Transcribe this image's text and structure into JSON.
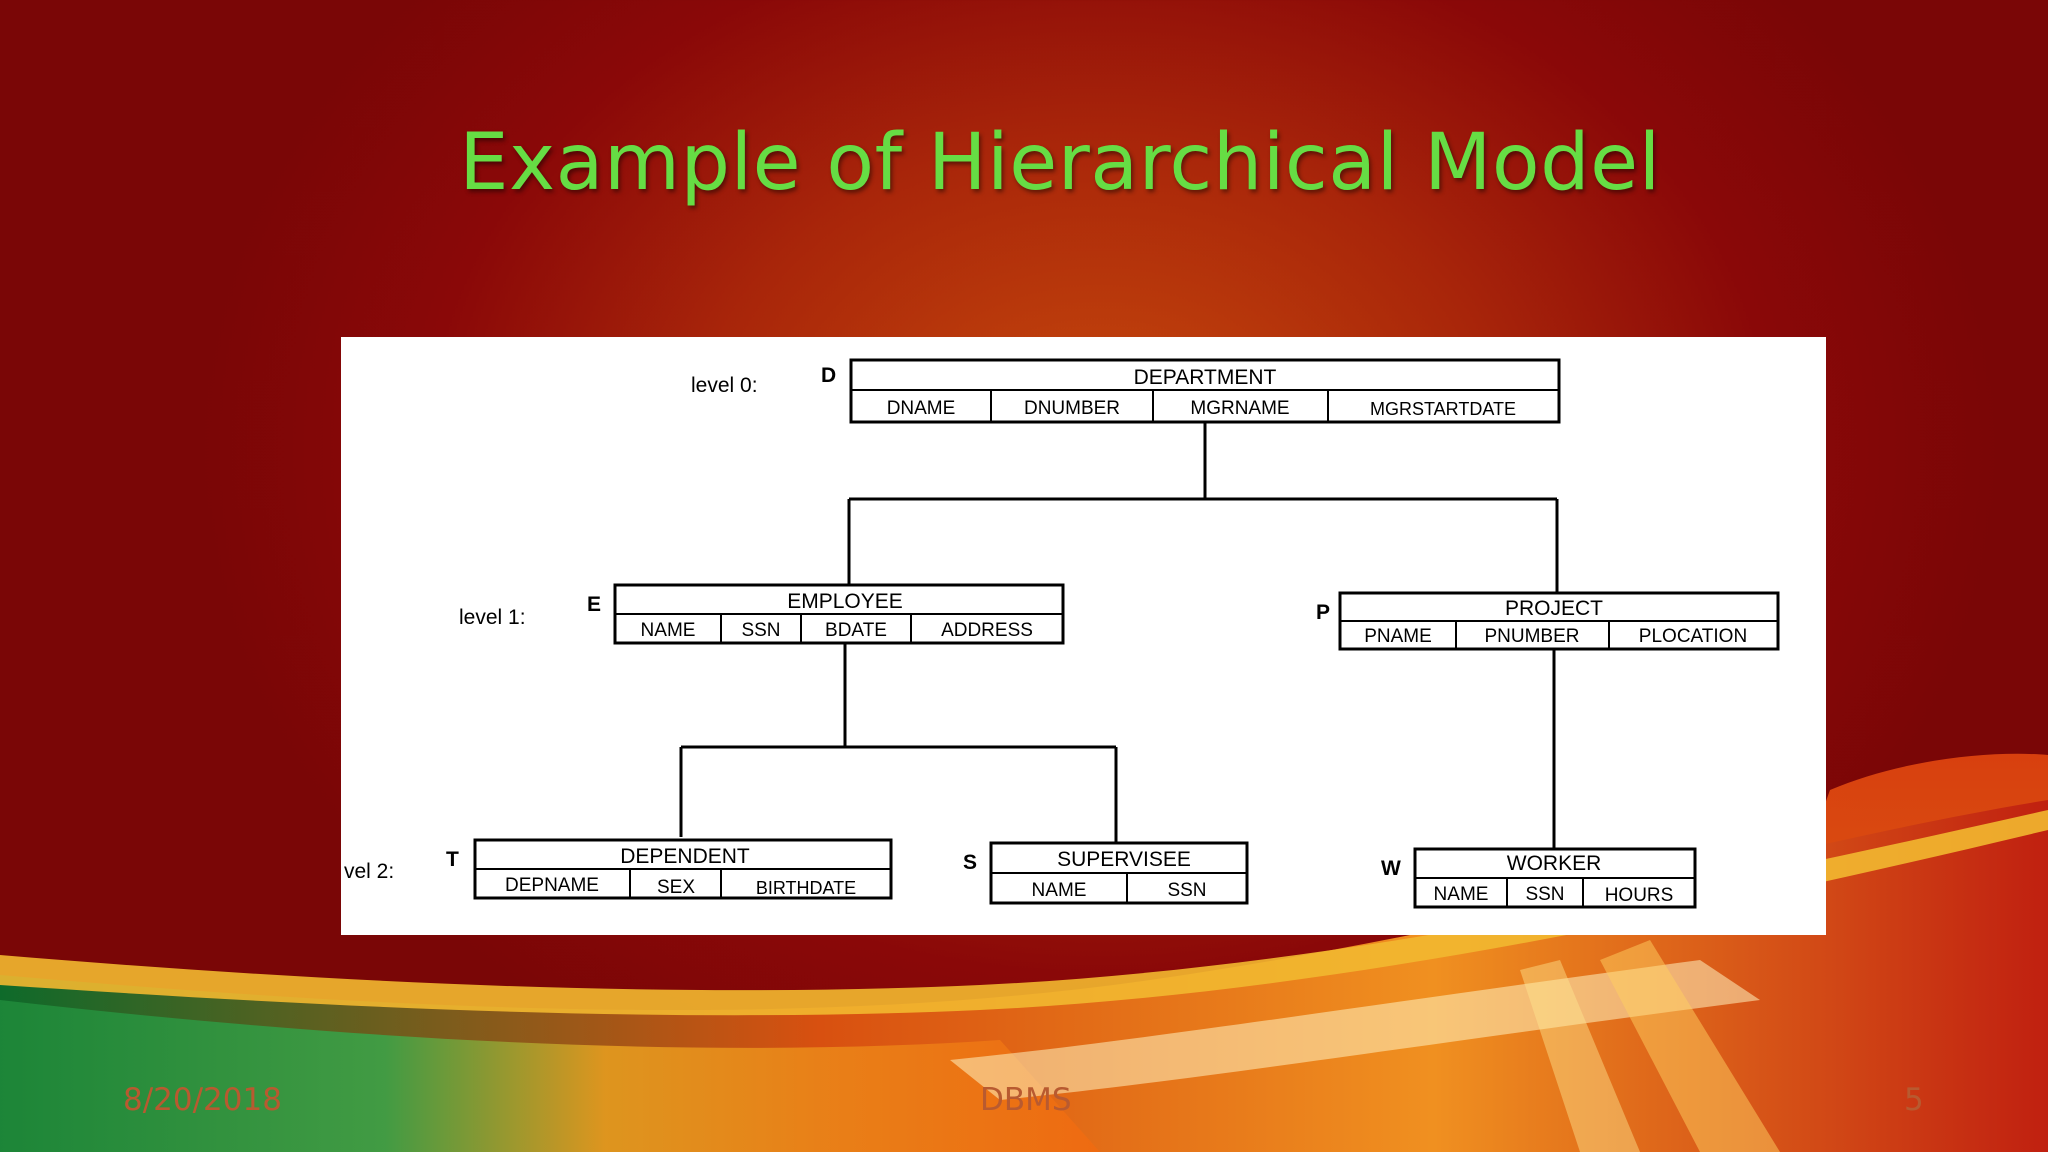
{
  "slide": {
    "title": "Example of Hierarchical Model",
    "footer_date": "8/20/2018",
    "footer_center": "DBMS",
    "page_number": "5"
  },
  "diagram": {
    "level_labels": [
      "level 0:",
      "level 1:",
      "vel 2:"
    ],
    "records": {
      "department": {
        "letter": "D",
        "name": "DEPARTMENT",
        "fields": [
          "DNAME",
          "DNUMBER",
          "MGRNAME",
          "MGRSTARTDATE"
        ]
      },
      "employee": {
        "letter": "E",
        "name": "EMPLOYEE",
        "fields": [
          "NAME",
          "SSN",
          "BDATE",
          "ADDRESS"
        ]
      },
      "project": {
        "letter": "P",
        "name": "PROJECT",
        "fields": [
          "PNAME",
          "PNUMBER",
          "PLOCATION"
        ]
      },
      "dependent": {
        "letter": "T",
        "name": "DEPENDENT",
        "fields": [
          "DEPNAME",
          "SEX",
          "BIRTHDATE"
        ]
      },
      "supervisee": {
        "letter": "S",
        "name": "SUPERVISEE",
        "fields": [
          "NAME",
          "SSN"
        ]
      },
      "worker": {
        "letter": "W",
        "name": "WORKER",
        "fields": [
          "NAME",
          "SSN",
          "HOURS"
        ]
      }
    }
  }
}
